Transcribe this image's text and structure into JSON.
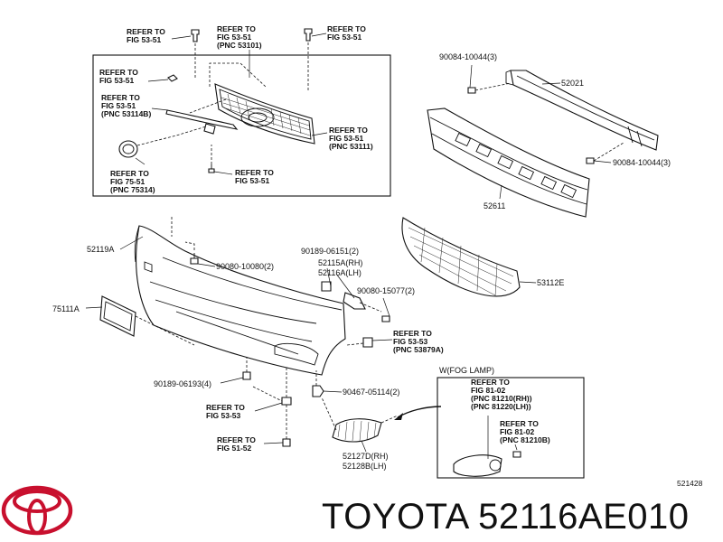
{
  "brand": {
    "logo_icon": "toyota-logo-icon",
    "logo_color": "#c8102e",
    "part_title": "TOYOTA 52116AE010"
  },
  "diagram_code": "521428",
  "callouts": {
    "c1": [
      "REFER TO",
      "FIG 53-51"
    ],
    "c2": [
      "REFER TO",
      "FIG 53-51",
      "(PNC 53101)"
    ],
    "c3": [
      "REFER TO",
      "FIG 53-51"
    ],
    "c4": [
      "REFER TO",
      "FIG 53-51"
    ],
    "c5": [
      "REFER TO",
      "FIG 53-51",
      "(PNC 53114B)"
    ],
    "c6": [
      "REFER TO",
      "FIG 53-51",
      "(PNC 53111)"
    ],
    "c7": [
      "REFER TO",
      "FIG 75-51",
      "(PNC 75314)"
    ],
    "c8": [
      "REFER TO",
      "FIG 53-51"
    ],
    "c9": [
      "REFER TO",
      "FIG 53-53",
      "(PNC 53879A)"
    ],
    "c10": [
      "REFER TO",
      "FIG 53-53"
    ],
    "c11": [
      "REFER TO",
      "FIG 51-52"
    ],
    "fog_title": "W(FOG LAMP)",
    "fog1": [
      "REFER TO",
      "FIG 81-02",
      "(PNC 81210(RH))",
      "(PNC 81220(LH))"
    ],
    "fog2": [
      "REFER TO",
      "FIG 81-02",
      "(PNC 81210B)"
    ]
  },
  "parts": {
    "p1": "90084-10044(3)",
    "p2": "52021",
    "p3": "90084-10044(3)",
    "p4": "52611",
    "p5": "52119A",
    "p6": "90080-10080(2)",
    "p7": [
      "90189-06151(2)",
      "52115A(RH)",
      "52116A(LH)"
    ],
    "p8": "90080-15077(2)",
    "p9": "53112E",
    "p10": "75111A",
    "p11": "90189-06193(4)",
    "p12": "90467-05114(2)",
    "p13": [
      "52127D(RH)",
      "52128B(LH)"
    ]
  }
}
